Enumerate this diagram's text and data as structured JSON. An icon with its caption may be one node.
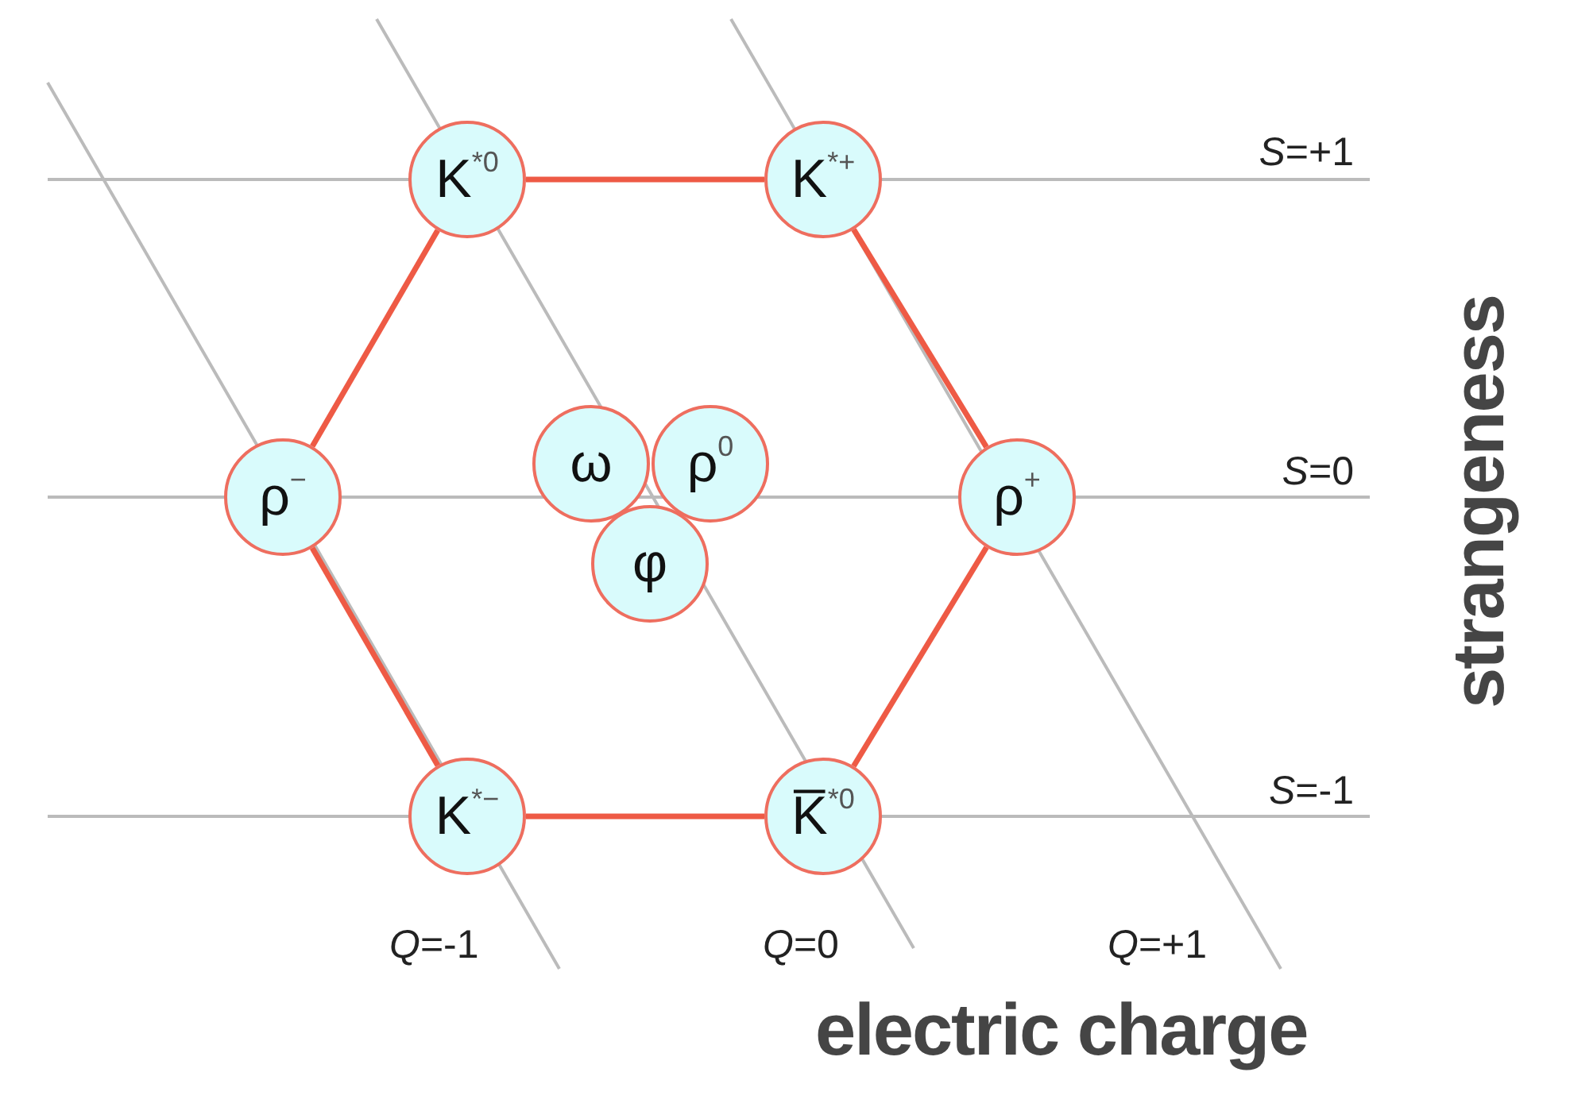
{
  "diagram": {
    "nodes": [
      {
        "text": [
          "K$^{*0}$"
        ]
      },
      {
        "text": [
          "K$^{*+}$"
        ]
      },
      {
        "text": [
          "ρ$^{−}$"
        ]
      },
      {
        "text": [
          "ω"
        ]
      },
      {
        "text": [
          "ρ$^{0}$"
        ]
      },
      {
        "text": [
          "ρ$^{+}$"
        ]
      },
      {
        "text": [
          "φ"
        ]
      },
      {
        "text": [
          "K$^{*−}$"
        ]
      },
      {
        "text": [
          "K̅$^{*0}$"
        ]
      }
    ],
    "edges": [
      {
        "from": 0,
        "to": 1,
        "arrow": "none"
      },
      {
        "from": 1,
        "to": 5,
        "arrow": "none"
      },
      {
        "from": 5,
        "to": 8,
        "arrow": "none"
      },
      {
        "from": 8,
        "to": 7,
        "arrow": "none"
      },
      {
        "from": 7,
        "to": 2,
        "arrow": "none"
      },
      {
        "from": 2,
        "to": 0,
        "arrow": "none"
      }
    ],
    "labels": [
      "*S*=+1",
      "strangeness",
      "*S*=0",
      "*S*=-1",
      "*Q*=-1",
      "*Q*=0",
      "*Q*=+1",
      "electric charge"
    ]
  }
}
